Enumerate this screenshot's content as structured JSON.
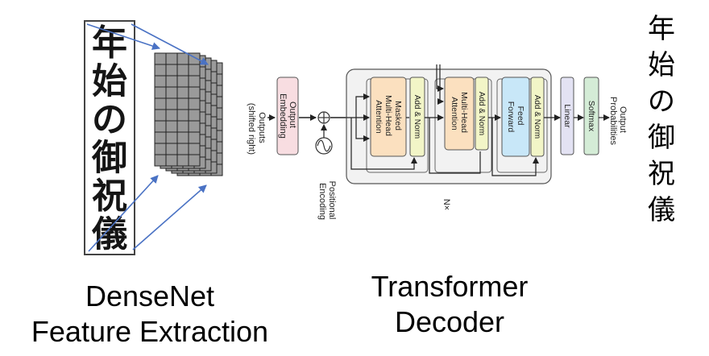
{
  "input_image": {
    "characters": [
      "年",
      "始",
      "の",
      "御",
      "祝",
      "儀"
    ]
  },
  "captions": {
    "densenet": [
      "DenseNet",
      "Feature Extraction"
    ],
    "transformer": [
      "Transformer",
      "Decoder"
    ]
  },
  "decoder": {
    "outputs_label": [
      "Outputs",
      "(shifted right)"
    ],
    "output_embedding": [
      "Output",
      "Embedding"
    ],
    "positional_encoding": [
      "Positional",
      "Encoding"
    ],
    "masked_attention": [
      "Masked",
      "Multi-Head",
      "Attention"
    ],
    "add_norm": "Add & Norm",
    "cross_attention": [
      "Multi-Head",
      "Attention"
    ],
    "feed_forward": [
      "Feed",
      "Forward"
    ],
    "linear": "Linear",
    "softmax": "Softmax",
    "output_probabilities": [
      "Output",
      "Probabilities"
    ],
    "repeat_label": "N×"
  },
  "output_text": {
    "characters": [
      "年",
      "始",
      "の",
      "御",
      "祝",
      "儀"
    ]
  },
  "colors": {
    "embedding_fill": "#f8dde1",
    "attention_fill": "#fbe0bf",
    "add_norm_fill": "#f2f5c7",
    "feed_forward_fill": "#c8e7f8",
    "linear_fill": "#e3e2f3",
    "softmax_fill": "#d4ecd6",
    "decoder_block_fill": "#f2f2f2",
    "feature_arrow": "#4a72c4",
    "feature_cube_fill": "#9a9a9a"
  }
}
